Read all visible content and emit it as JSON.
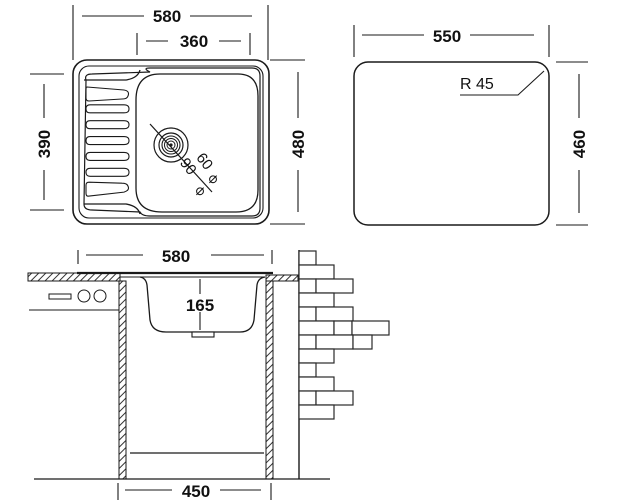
{
  "colors": {
    "line": "#1a1a1a",
    "background": "#ffffff",
    "hatch": "#333333"
  },
  "top_view": {
    "overall_width": "580",
    "bowl_width": "360",
    "drainer_height": "390",
    "overall_depth": "480",
    "drain_outer_diameter": "90",
    "drain_inner_diameter": "60",
    "diameter_symbol": "⌀",
    "drainer_grooves": 7
  },
  "cutout_view": {
    "cutout_width": "550",
    "cutout_depth": "460",
    "corner_radius_label": "R 45"
  },
  "section_view": {
    "overall_width": "580",
    "bowl_depth": "165",
    "cabinet_width": "450"
  }
}
